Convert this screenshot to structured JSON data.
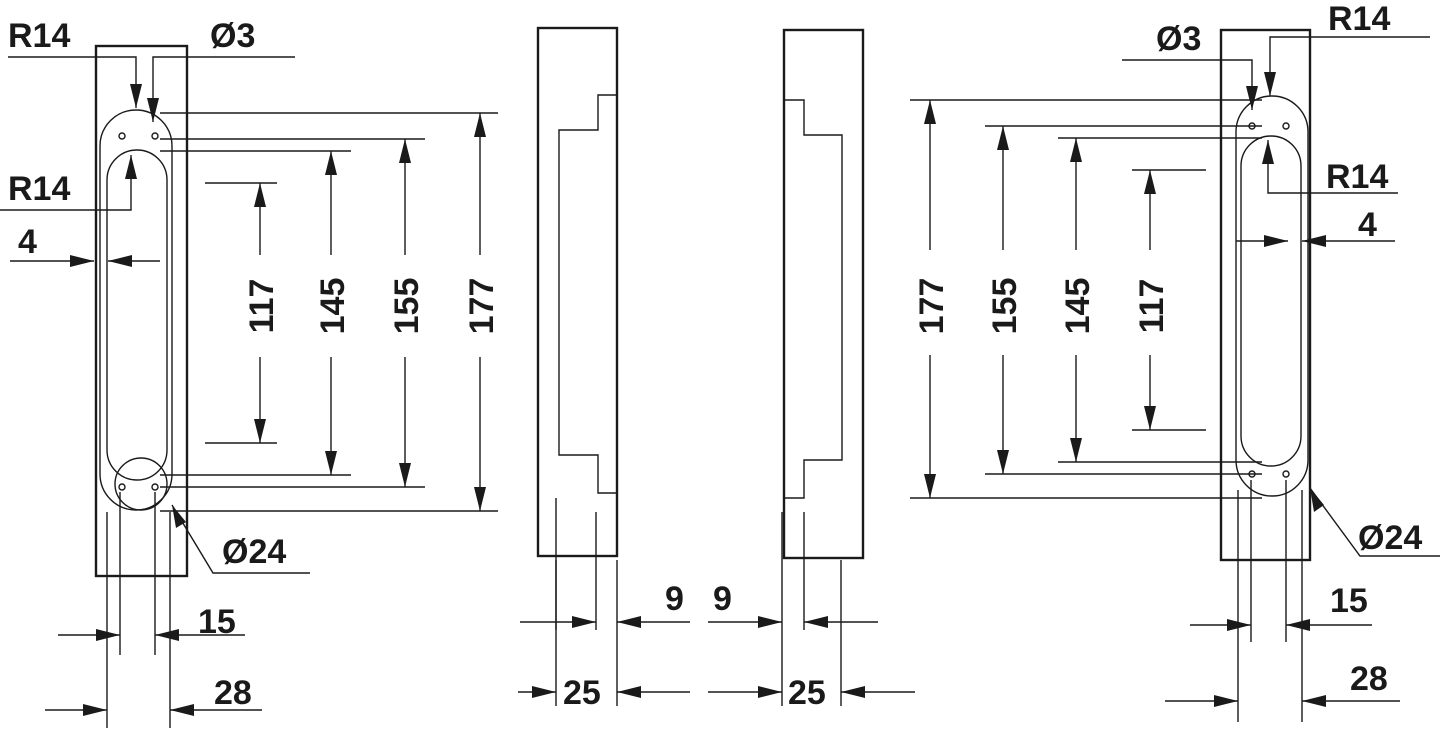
{
  "drawing": {
    "left_view": {
      "radius_top": "R14",
      "hole_diameter": "Ø3",
      "radius_inner": "R14",
      "wall": "4",
      "length_117": "117",
      "length_145": "145",
      "length_155": "155",
      "length_177": "177",
      "circle_diameter": "Ø24",
      "width_15": "15",
      "width_28": "28"
    },
    "center_left_view": {
      "offset": "9",
      "width": "25"
    },
    "center_right_view": {
      "offset": "9",
      "width": "25"
    },
    "right_view": {
      "radius_top": "R14",
      "hole_diameter": "Ø3",
      "radius_inner": "R14",
      "wall": "4",
      "length_177": "177",
      "length_155": "155",
      "length_145": "145",
      "length_117": "117",
      "circle_diameter": "Ø24",
      "width_15": "15",
      "width_28": "28"
    }
  }
}
